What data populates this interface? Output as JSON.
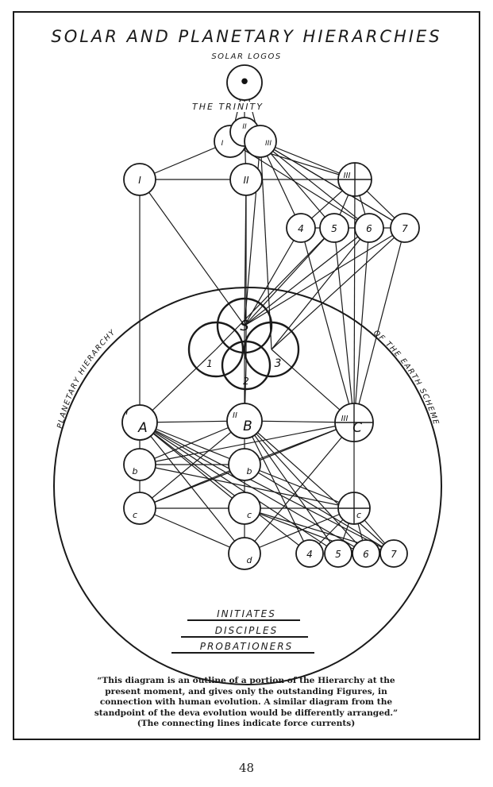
{
  "page": {
    "title": "SOLAR AND PLANETARY HIERARCHIES",
    "page_number": "48"
  },
  "diagram": {
    "solar_logos_label": "SOLAR LOGOS",
    "trinity_label": "THE TRINITY",
    "arc_label_left": "PLANETARY HIERARCHY",
    "arc_label_right": "OF THE EARTH SCHEME",
    "nodes": [
      {
        "id": "logos",
        "label": "•",
        "group": "solar"
      },
      {
        "id": "t1",
        "label": "I",
        "group": "trinity"
      },
      {
        "id": "t2",
        "label": "II",
        "group": "trinity"
      },
      {
        "id": "t3",
        "label": "III",
        "group": "trinity"
      },
      {
        "id": "s1",
        "label": "I",
        "group": "solar-ray"
      },
      {
        "id": "s2",
        "label": "II",
        "group": "solar-ray"
      },
      {
        "id": "s3",
        "label": "III",
        "group": "solar-ray"
      },
      {
        "id": "s4",
        "label": "4",
        "group": "solar-ray"
      },
      {
        "id": "s5",
        "label": "5",
        "group": "solar-ray"
      },
      {
        "id": "s6",
        "label": "6",
        "group": "solar-ray"
      },
      {
        "id": "s7",
        "label": "7",
        "group": "solar-ray"
      },
      {
        "id": "sanat",
        "label": "S",
        "group": "planetary-head"
      },
      {
        "id": "p1",
        "label": "1",
        "group": "planetary-head"
      },
      {
        "id": "p2",
        "label": "2",
        "group": "planetary-head"
      },
      {
        "id": "p3",
        "label": "3",
        "group": "planetary-head"
      },
      {
        "id": "A",
        "label": "A",
        "sub": "I",
        "group": "department"
      },
      {
        "id": "B",
        "label": "B",
        "sub": "II",
        "group": "department"
      },
      {
        "id": "C",
        "label": "C",
        "sub": "III",
        "group": "department"
      },
      {
        "id": "Ab",
        "label": "b",
        "group": "master"
      },
      {
        "id": "Bb",
        "label": "b",
        "group": "master"
      },
      {
        "id": "Ac",
        "label": "c",
        "group": "master"
      },
      {
        "id": "Bc",
        "label": "c",
        "group": "master"
      },
      {
        "id": "Cc",
        "label": "c",
        "group": "master"
      },
      {
        "id": "Bd",
        "label": "d",
        "group": "master"
      },
      {
        "id": "m4",
        "label": "4",
        "group": "master"
      },
      {
        "id": "m5",
        "label": "5",
        "group": "master"
      },
      {
        "id": "m6",
        "label": "6",
        "group": "master"
      },
      {
        "id": "m7",
        "label": "7",
        "group": "master"
      }
    ],
    "edges": [
      [
        "logos",
        "t1"
      ],
      [
        "logos",
        "t2"
      ],
      [
        "logos",
        "t3"
      ],
      [
        "t1",
        "s1"
      ],
      [
        "t2",
        "s2"
      ],
      [
        "t3",
        "s3"
      ],
      [
        "t1",
        "s3"
      ],
      [
        "t3",
        "s4"
      ],
      [
        "t3",
        "s5"
      ],
      [
        "t3",
        "s6"
      ],
      [
        "t3",
        "s7"
      ],
      [
        "t2",
        "s7"
      ],
      [
        "t1",
        "s6"
      ],
      [
        "s1",
        "s2"
      ],
      [
        "s2",
        "s3"
      ],
      [
        "s4",
        "s5"
      ],
      [
        "s5",
        "s6"
      ],
      [
        "s6",
        "s7"
      ],
      [
        "s3",
        "s4"
      ],
      [
        "s3",
        "s5"
      ],
      [
        "s3",
        "s6"
      ],
      [
        "s3",
        "s7"
      ],
      [
        "s1",
        "A"
      ],
      [
        "s1",
        "sanat"
      ],
      [
        "s2",
        "sanat"
      ],
      [
        "s2",
        "p2"
      ],
      [
        "s3",
        "C"
      ],
      [
        "s4",
        "sanat"
      ],
      [
        "s5",
        "sanat"
      ],
      [
        "s6",
        "sanat"
      ],
      [
        "s7",
        "sanat"
      ],
      [
        "s4",
        "C"
      ],
      [
        "s5",
        "C"
      ],
      [
        "s6",
        "C"
      ],
      [
        "s7",
        "C"
      ],
      [
        "s7",
        "p3"
      ],
      [
        "s5",
        "p1"
      ],
      [
        "s6",
        "p3"
      ],
      [
        "t3",
        "sanat"
      ],
      [
        "t3",
        "p3"
      ],
      [
        "p1",
        "A"
      ],
      [
        "p2",
        "B"
      ],
      [
        "p3",
        "C"
      ],
      [
        "sanat",
        "B"
      ],
      [
        "A",
        "B"
      ],
      [
        "B",
        "C"
      ],
      [
        "A",
        "Ab"
      ],
      [
        "Ab",
        "Ac"
      ],
      [
        "B",
        "Bb"
      ],
      [
        "Bb",
        "Bc"
      ],
      [
        "Bc",
        "Bd"
      ],
      [
        "C",
        "Cc"
      ],
      [
        "Ab",
        "Bb"
      ],
      [
        "Ac",
        "Bc"
      ],
      [
        "Bc",
        "Cc"
      ],
      [
        "Ac",
        "Bd"
      ],
      [
        "Bd",
        "Cc"
      ],
      [
        "A",
        "Bb"
      ],
      [
        "A",
        "Bc"
      ],
      [
        "A",
        "Bd"
      ],
      [
        "A",
        "m4"
      ],
      [
        "A",
        "m5"
      ],
      [
        "A",
        "m6"
      ],
      [
        "A",
        "m7"
      ],
      [
        "B",
        "Ab"
      ],
      [
        "B",
        "Ac"
      ],
      [
        "B",
        "m4"
      ],
      [
        "B",
        "m5"
      ],
      [
        "B",
        "m6"
      ],
      [
        "B",
        "m7"
      ],
      [
        "C",
        "Bb"
      ],
      [
        "C",
        "Ab"
      ],
      [
        "C",
        "Bd"
      ],
      [
        "C",
        "Ac"
      ],
      [
        "Bb",
        "Ac"
      ],
      [
        "Bb",
        "Cc"
      ],
      [
        "Bc",
        "m6"
      ],
      [
        "Bc",
        "m7"
      ],
      [
        "Ab",
        "Cc"
      ],
      [
        "Bb",
        "m7"
      ],
      [
        "Cc",
        "m4"
      ],
      [
        "Cc",
        "m5"
      ],
      [
        "Cc",
        "m6"
      ],
      [
        "Cc",
        "m7"
      ]
    ]
  },
  "legend": {
    "items": [
      "INITIATES",
      "DISCIPLES",
      "PROBATIONERS"
    ]
  },
  "caption": {
    "lines": [
      "“This diagram is an outline of a portion of the Hierarchy at the",
      "present moment, and gives only the outstanding Figures, in",
      "connection with human evolution.  A similar diagram from the",
      "standpoint of the deva evolution would be differently arranged.”",
      "(The connecting lines indicate force currents)"
    ]
  }
}
